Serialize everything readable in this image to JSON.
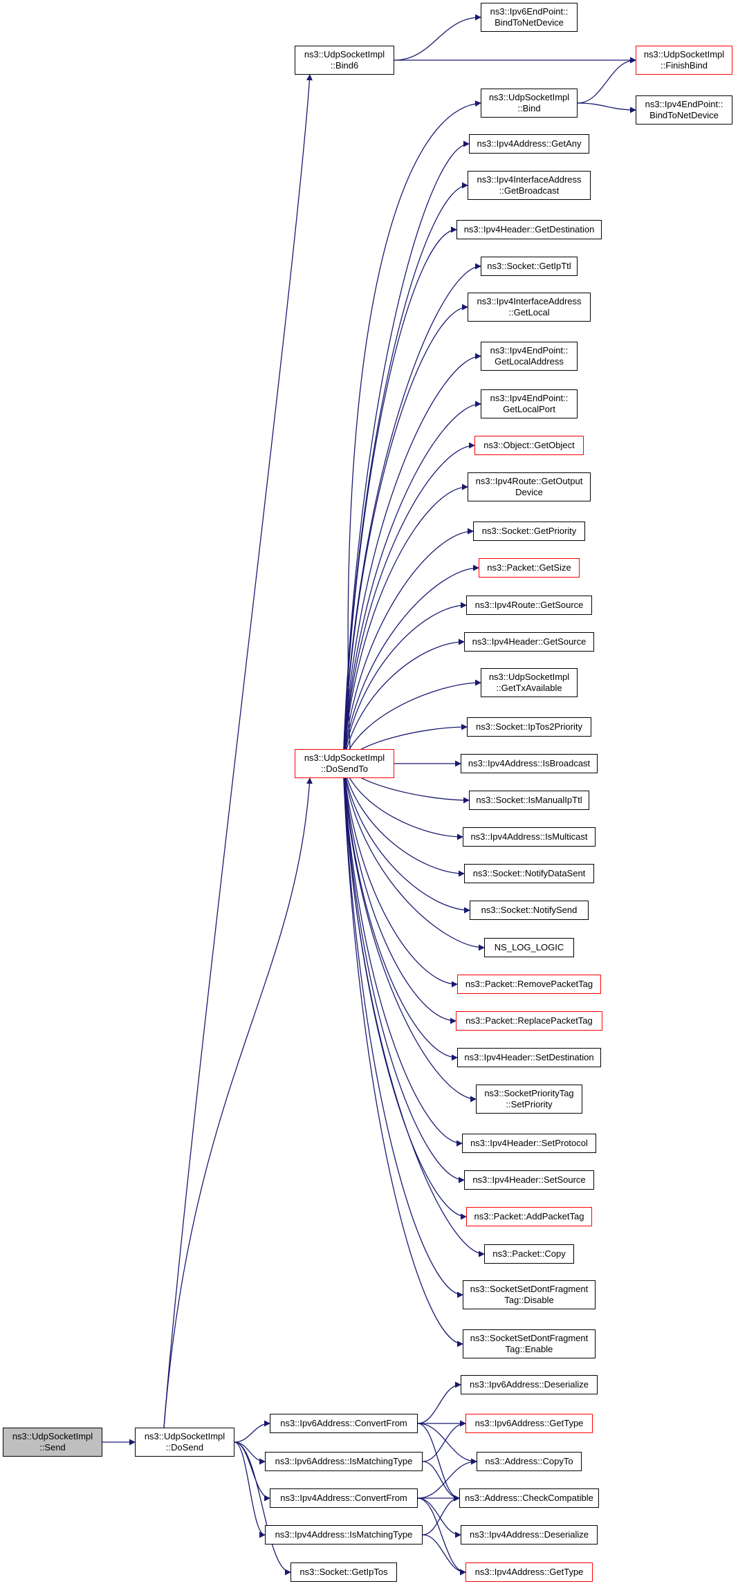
{
  "colors": {
    "edge": "#191970",
    "node_border": "#000000",
    "truncated_border": "#ff0000",
    "root_fill": "#bfbfbf",
    "background": "#ffffff"
  },
  "nodes": {
    "send": {
      "line1": "ns3::UdpSocketImpl",
      "line2": "::Send"
    },
    "dosend": {
      "line1": "ns3::UdpSocketImpl",
      "line2": "::DoSend"
    },
    "dosendto": {
      "line1": "ns3::UdpSocketImpl",
      "line2": "::DoSendTo"
    },
    "bind6": {
      "line1": "ns3::UdpSocketImpl",
      "line2": "::Bind6"
    },
    "v6btn": {
      "line1": "ns3::Ipv6EndPoint::",
      "line2": "BindToNetDevice"
    },
    "finishbind": {
      "line1": "ns3::UdpSocketImpl",
      "line2": "::FinishBind"
    },
    "bind": {
      "line1": "ns3::UdpSocketImpl",
      "line2": "::Bind"
    },
    "v4btn": {
      "line1": "ns3::Ipv4EndPoint::",
      "line2": "BindToNetDevice"
    },
    "getany": {
      "line1": "ns3::Ipv4Address::GetAny"
    },
    "getbroadcast": {
      "line1": "ns3::Ipv4InterfaceAddress",
      "line2": "::GetBroadcast"
    },
    "hgetdest": {
      "line1": "ns3::Ipv4Header::GetDestination"
    },
    "getipttl": {
      "line1": "ns3::Socket::GetIpTtl"
    },
    "getlocal": {
      "line1": "ns3::Ipv4InterfaceAddress",
      "line2": "::GetLocal"
    },
    "getlocaladdr": {
      "line1": "ns3::Ipv4EndPoint::",
      "line2": "GetLocalAddress"
    },
    "getlocalport": {
      "line1": "ns3::Ipv4EndPoint::",
      "line2": "GetLocalPort"
    },
    "getobject": {
      "line1": "ns3::Object::GetObject"
    },
    "getoutdev": {
      "line1": "ns3::Ipv4Route::GetOutput",
      "line2": "Device"
    },
    "getpriority": {
      "line1": "ns3::Socket::GetPriority"
    },
    "getsize": {
      "line1": "ns3::Packet::GetSize"
    },
    "rgetsource": {
      "line1": "ns3::Ipv4Route::GetSource"
    },
    "hgetsource": {
      "line1": "ns3::Ipv4Header::GetSource"
    },
    "gettxavail": {
      "line1": "ns3::UdpSocketImpl",
      "line2": "::GetTxAvailable"
    },
    "iptos2prio": {
      "line1": "ns3::Socket::IpTos2Priority"
    },
    "isbroadcast": {
      "line1": "ns3::Ipv4Address::IsBroadcast"
    },
    "ismanualipttl": {
      "line1": "ns3::Socket::IsManualIpTtl"
    },
    "ismulticast": {
      "line1": "ns3::Ipv4Address::IsMulticast"
    },
    "notifydatasent": {
      "line1": "ns3::Socket::NotifyDataSent"
    },
    "notifysend": {
      "line1": "ns3::Socket::NotifySend"
    },
    "nslog": {
      "line1": "NS_LOG_LOGIC"
    },
    "removetag": {
      "line1": "ns3::Packet::RemovePacketTag"
    },
    "replacetag": {
      "line1": "ns3::Packet::ReplacePacketTag"
    },
    "hsetdest": {
      "line1": "ns3::Ipv4Header::SetDestination"
    },
    "setpriority": {
      "line1": "ns3::SocketPriorityTag",
      "line2": "::SetPriority"
    },
    "setprotocol": {
      "line1": "ns3::Ipv4Header::SetProtocol"
    },
    "hsetsource": {
      "line1": "ns3::Ipv4Header::SetSource"
    },
    "addtag": {
      "line1": "ns3::Packet::AddPacketTag"
    },
    "copy": {
      "line1": "ns3::Packet::Copy"
    },
    "dfdisable": {
      "line1": "ns3::SocketSetDontFragment",
      "line2": "Tag::Disable"
    },
    "dfenable": {
      "line1": "ns3::SocketSetDontFragment",
      "line2": "Tag::Enable"
    },
    "v6deser": {
      "line1": "ns3::Ipv6Address::Deserialize"
    },
    "v6conv": {
      "line1": "ns3::Ipv6Address::ConvertFrom"
    },
    "v6gettype": {
      "line1": "ns3::Ipv6Address::GetType"
    },
    "copyto": {
      "line1": "ns3::Address::CopyTo"
    },
    "v6match": {
      "line1": "ns3::Ipv6Address::IsMatchingType"
    },
    "v4conv": {
      "line1": "ns3::Ipv4Address::ConvertFrom"
    },
    "checkcompat": {
      "line1": "ns3::Address::CheckCompatible"
    },
    "v4match": {
      "line1": "ns3::Ipv4Address::IsMatchingType"
    },
    "v4deser": {
      "line1": "ns3::Ipv4Address::Deserialize"
    },
    "getiptos": {
      "line1": "ns3::Socket::GetIpTos"
    },
    "v4gettype": {
      "line1": "ns3::Ipv4Address::GetType"
    }
  }
}
